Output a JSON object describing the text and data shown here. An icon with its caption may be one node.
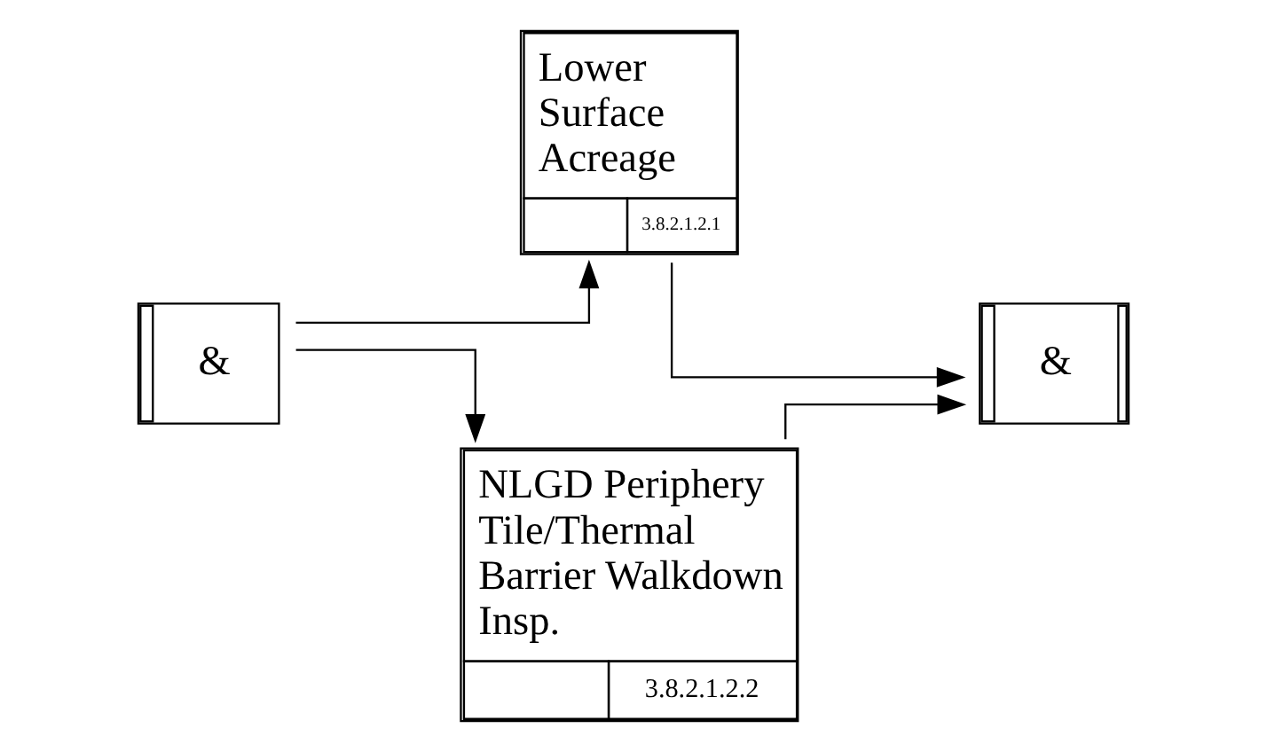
{
  "diagram": {
    "nodes": [
      {
        "text": [
          "&"
        ]
      },
      {
        "text": [
          "Lower Surface Acreage",
          "3.8.2.1.2.1"
        ]
      },
      {
        "text": [
          "NLGD Periphery Tile/Thermal Barrier Walkdown Insp.",
          "3.8.2.1.2.2"
        ]
      },
      {
        "text": [
          "&"
        ]
      }
    ],
    "edges": [
      {
        "from": 0,
        "to": 1,
        "arrow": "to"
      },
      {
        "from": 0,
        "to": 2,
        "arrow": "to"
      },
      {
        "from": 1,
        "to": 3,
        "arrow": "to"
      },
      {
        "from": 2,
        "to": 3,
        "arrow": "to"
      }
    ]
  }
}
